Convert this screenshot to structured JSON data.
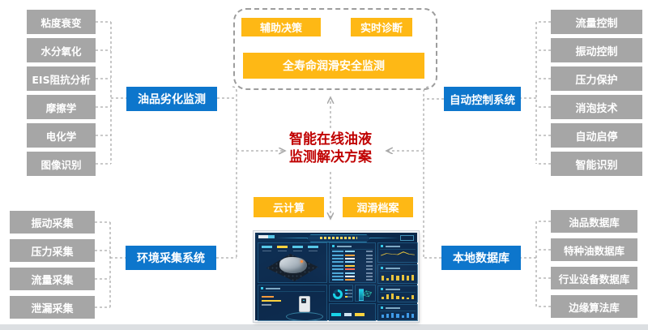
{
  "diagram": {
    "center_title": {
      "line1": "智能在线油液",
      "line2": "监测解决方案"
    },
    "top_group": {
      "item1": "辅助决策",
      "item2": "实时诊断",
      "item3": "全寿命润滑安全监测"
    },
    "cloud_label": "云计算",
    "archive_label": "润滑档案",
    "left_top": {
      "hub": "油品劣化监测",
      "leaves": [
        "粘度衰变",
        "水分氧化",
        "EIS阻抗分析",
        "摩擦学",
        "电化学",
        "图像识别"
      ]
    },
    "left_bottom": {
      "hub": "环境采集系统",
      "leaves": [
        "振动采集",
        "压力采集",
        "流量采集",
        "泄漏采集"
      ]
    },
    "right_top": {
      "hub": "自动控制系统",
      "leaves": [
        "流量控制",
        "振动控制",
        "压力保护",
        "消泡技术",
        "自动启停",
        "智能识别"
      ]
    },
    "right_bottom": {
      "hub": "本地数据库",
      "leaves": [
        "油品数据库",
        "特种油数据库",
        "行业设备数据库",
        "边缘算法库"
      ]
    },
    "colors": {
      "gray": "#a6a6a6",
      "blue": "#0d76cc",
      "yellow": "#feb815",
      "red": "#c00000",
      "donut": "#19d3e8"
    }
  },
  "dashboard": {
    "line_points": [
      60,
      38,
      45,
      50,
      22,
      45,
      52
    ],
    "bars_top": [
      55,
      30,
      62,
      58,
      62,
      58,
      60
    ],
    "bars_mid": [
      40,
      72,
      85,
      55,
      32,
      22,
      62
    ],
    "bars_bottom": [
      50,
      68,
      80,
      58,
      42,
      72,
      58
    ],
    "hbar_widths": [
      45,
      70,
      35
    ],
    "table_value_colors": [
      "#8fd8ff",
      "#ffa23e",
      "#ffffff",
      "#8fd8ff",
      "#ffd23e",
      "#ff6a5a",
      "#8fd8ff",
      "#ffffff",
      "#ffa23e"
    ]
  }
}
